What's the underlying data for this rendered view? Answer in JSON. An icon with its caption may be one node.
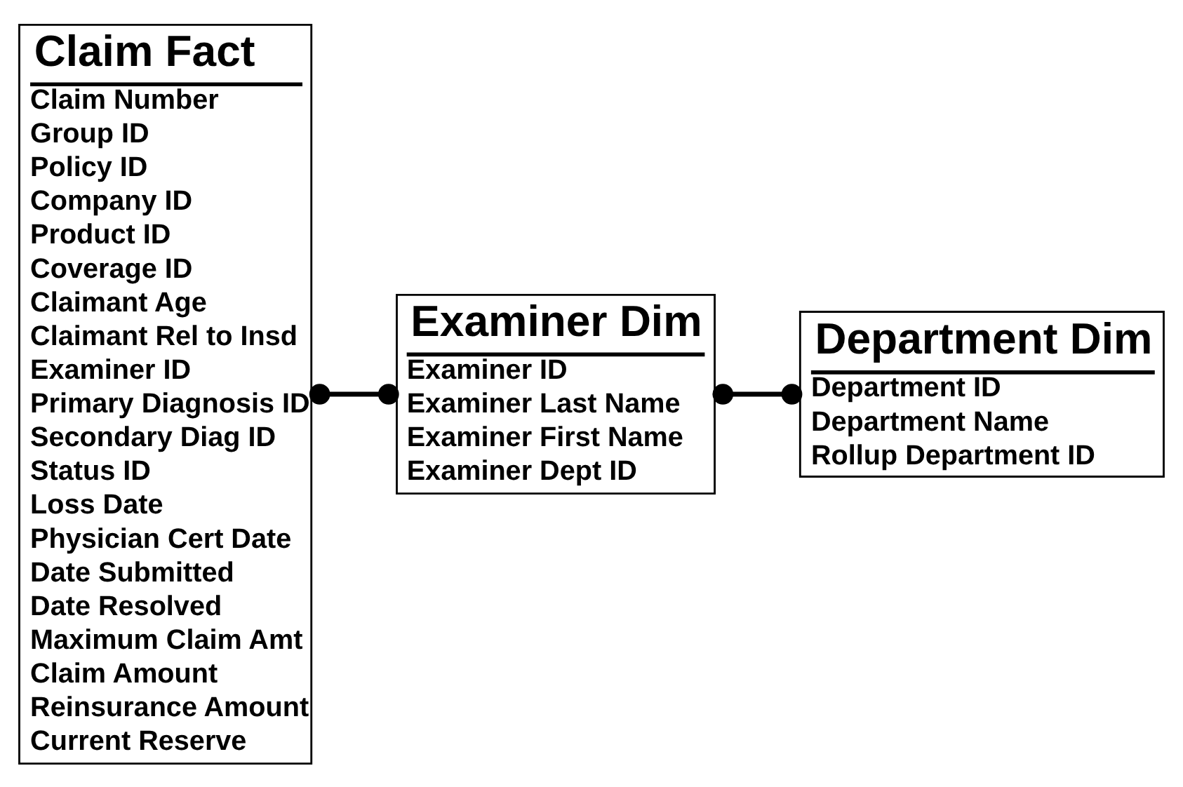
{
  "diagram": {
    "nodes": [
      {
        "text": [
          "Claim Fact",
          "Claim Number",
          "Group ID",
          "Policy ID",
          "Company ID",
          "Product ID",
          "Coverage ID",
          "Claimant Age",
          "Claimant Rel to Insd",
          "Examiner ID",
          "Primary Diagnosis ID",
          "Secondary Diag ID",
          "Status ID",
          "Loss Date",
          "Physician Cert Date",
          "Date Submitted",
          "Date Resolved",
          "Maximum Claim Amt",
          "Claim Amount",
          "Reinsurance Amount",
          "Current Reserve"
        ]
      },
      {
        "text": [
          "Examiner Dim",
          "Examiner ID",
          "Examiner Last Name",
          "Examiner First Name",
          "Examiner Dept ID"
        ]
      },
      {
        "text": [
          "Department Dim",
          "Department ID",
          "Department Name",
          "Rollup Department ID"
        ]
      }
    ],
    "edges": [
      {
        "from": 0,
        "to": 1,
        "arrow": "other"
      },
      {
        "from": 1,
        "to": 2,
        "arrow": "other"
      }
    ]
  }
}
